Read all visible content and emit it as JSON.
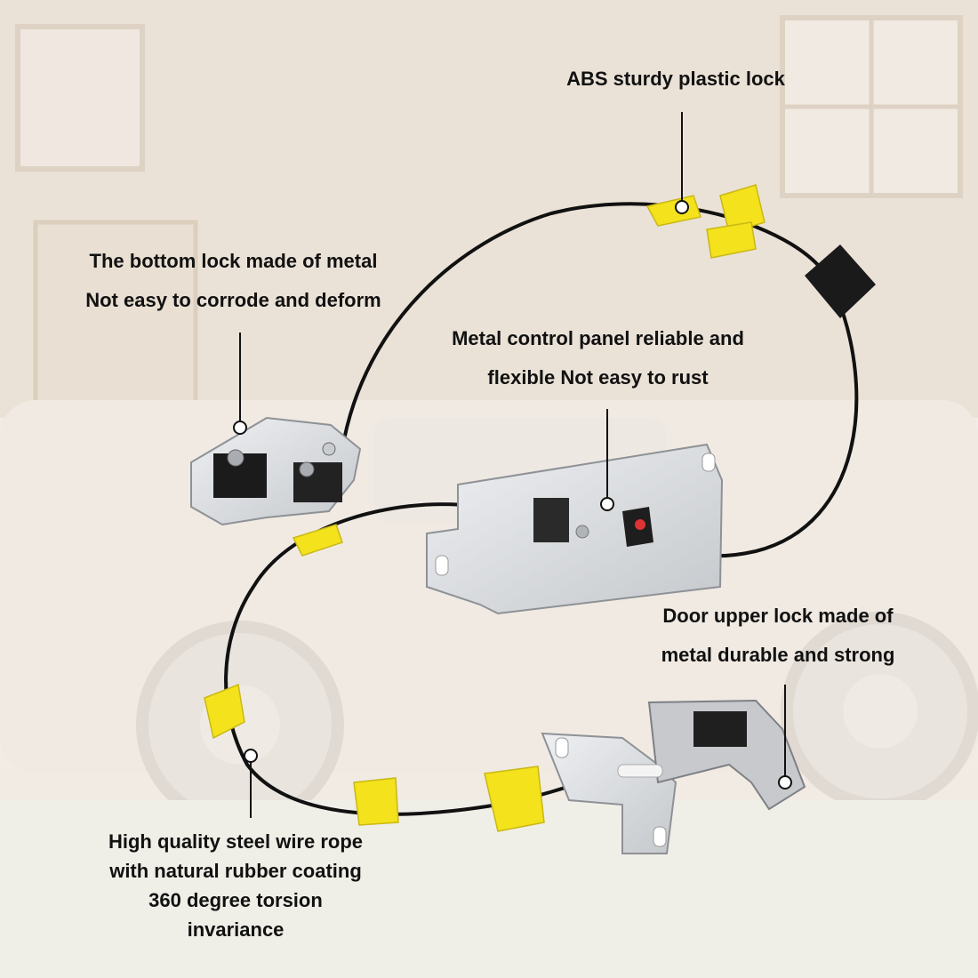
{
  "image": {
    "subject": "door latch cable assembly",
    "colors": {
      "cable": "#111111",
      "clip_yellow": "#f3e21c",
      "metal": "#d6d8da",
      "background_warm": "#e9d9c7"
    }
  },
  "callouts": {
    "abs_lock": {
      "lines": [
        "ABS sturdy plastic lock"
      ]
    },
    "bottom_lock": {
      "lines": [
        "The bottom lock made of metal",
        "Not easy to corrode and deform"
      ]
    },
    "control_panel": {
      "lines": [
        "Metal control panel reliable and",
        "flexible Not easy to rust"
      ]
    },
    "upper_lock": {
      "lines": [
        "Door upper lock made of",
        "metal durable and strong"
      ]
    },
    "wire_rope": {
      "lines": [
        "High quality steel wire rope",
        "with natural rubber coating",
        "360 degree torsion",
        "invariance"
      ]
    }
  }
}
